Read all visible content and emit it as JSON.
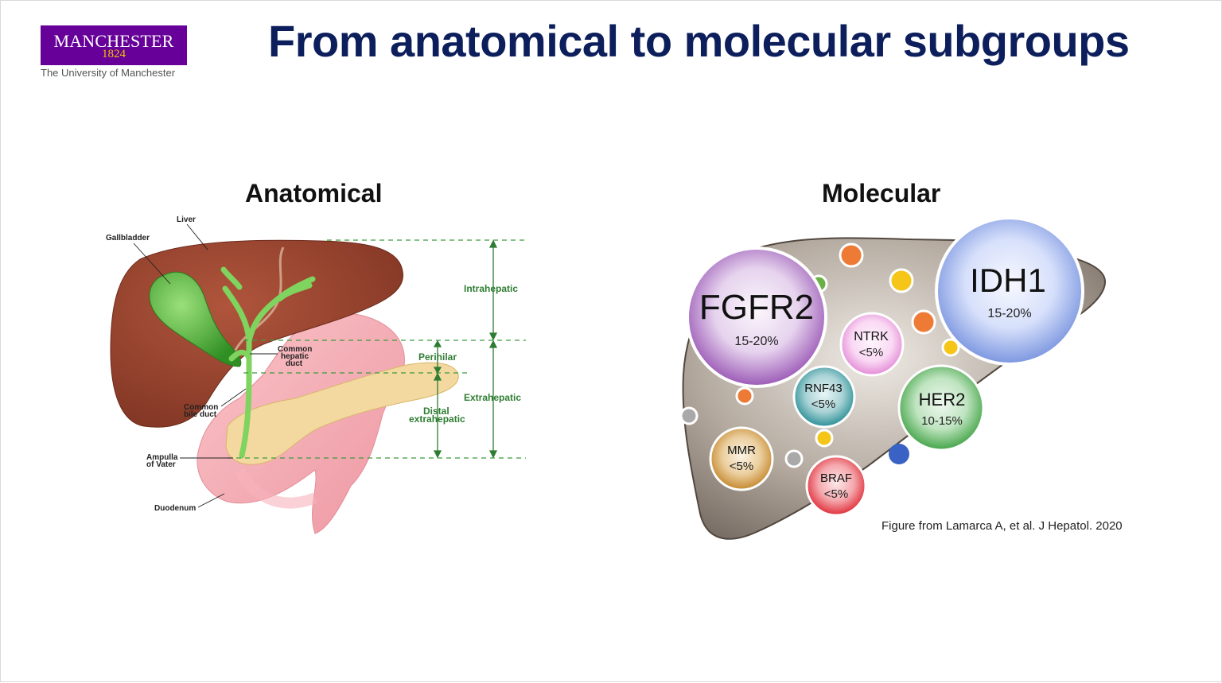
{
  "slide": {
    "title": "From anatomical to molecular subgroups",
    "logo": {
      "name": "MANCHESTER",
      "year": "1824",
      "subtitle": "The University of Manchester",
      "color": "#660099",
      "accent": "#f2c200"
    }
  },
  "anatomical": {
    "heading": "Anatomical",
    "labels": {
      "liver": "Liver",
      "gallbladder": "Gallbladder",
      "common_hepatic_duct": [
        "Common",
        "hepatic",
        "duct"
      ],
      "common_bile_duct": [
        "Common",
        "bile duct"
      ],
      "ampulla": [
        "Ampulla",
        "of Vater"
      ],
      "duodenum": "Duodenum"
    },
    "regions": {
      "intrahepatic": "Intrahepatic",
      "perihilar": "Perihilar",
      "extrahepatic": "Extrahepatic",
      "distal": [
        "Distal",
        "extrahepatic"
      ]
    }
  },
  "molecular": {
    "heading": "Molecular",
    "caption": "Figure from Lamarca A, et al. J Hepatol. 2020",
    "groups": [
      {
        "name": "FGFR2",
        "pct": "15-20%",
        "color": "#9b59b6"
      },
      {
        "name": "IDH1",
        "pct": "15-20%",
        "color": "#7b96e0"
      },
      {
        "name": "NTRK",
        "pct": "<5%",
        "color": "#e48ad6"
      },
      {
        "name": "RNF43",
        "pct": "<5%",
        "color": "#2a8f96"
      },
      {
        "name": "HER2",
        "pct": "10-15%",
        "color": "#43a447"
      },
      {
        "name": "MMR",
        "pct": "<5%",
        "color": "#c5882e"
      },
      {
        "name": "BRAF",
        "pct": "<5%",
        "color": "#e02d38"
      }
    ]
  }
}
